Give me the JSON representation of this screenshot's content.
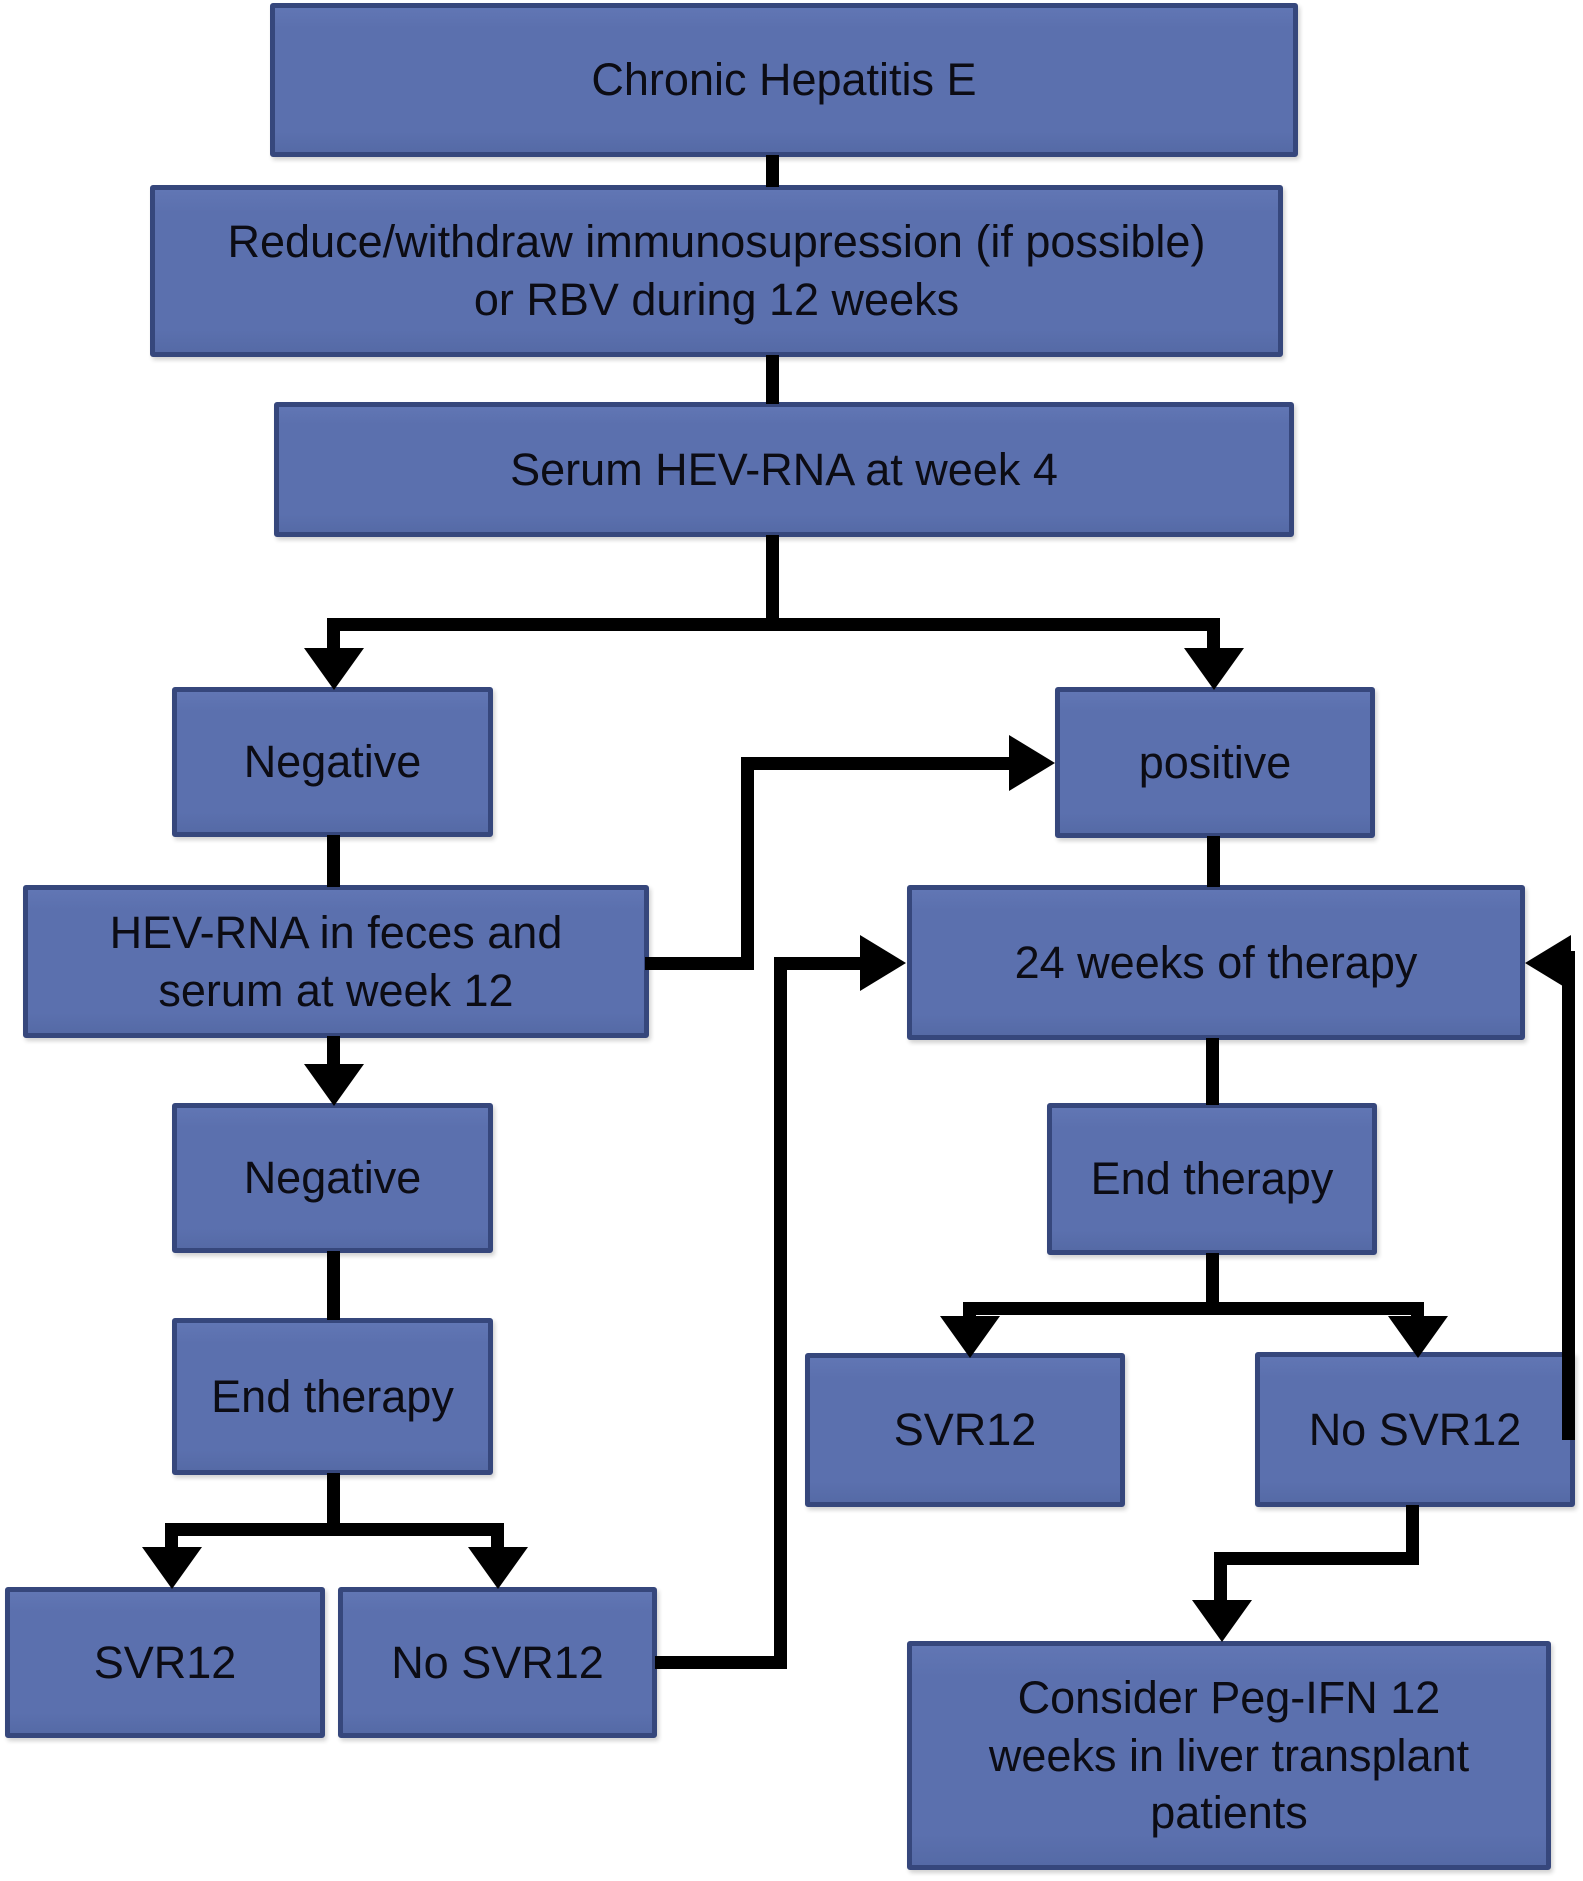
{
  "figure": {
    "title": "Chronic Hepatitis E treatment algorithm flowchart"
  },
  "colors": {
    "background": "#ffffff",
    "node_fill": "#5b70ae",
    "node_border": "#36477c",
    "connector_line": "#000000",
    "text": "#0c0c14"
  },
  "nodes": {
    "chronic": {
      "label": "Chronic Hepatitis E"
    },
    "reduce": {
      "label": "Reduce/withdraw immunosupression (if possible)\nor RBV during 12 weeks"
    },
    "serum_week4": {
      "label": "Serum HEV-RNA at week 4"
    },
    "negative1": {
      "label": "Negative"
    },
    "hev_feces": {
      "label": "HEV-RNA in feces and\nserum at week 12"
    },
    "negative2": {
      "label": "Negative"
    },
    "end_therapy_left": {
      "label": "End therapy"
    },
    "svr12_left": {
      "label": "SVR12"
    },
    "no_svr12_left": {
      "label": "No SVR12"
    },
    "positive": {
      "label": "positive"
    },
    "therapy_24_weeks": {
      "label": "24 weeks of therapy"
    },
    "end_therapy_right": {
      "label": "End therapy"
    },
    "svr12_right": {
      "label": "SVR12"
    },
    "no_svr12_right": {
      "label": "No SVR12"
    },
    "consider_peg_ifn": {
      "label": "Consider Peg-IFN 12\nweeks in liver transplant\npatients"
    }
  }
}
